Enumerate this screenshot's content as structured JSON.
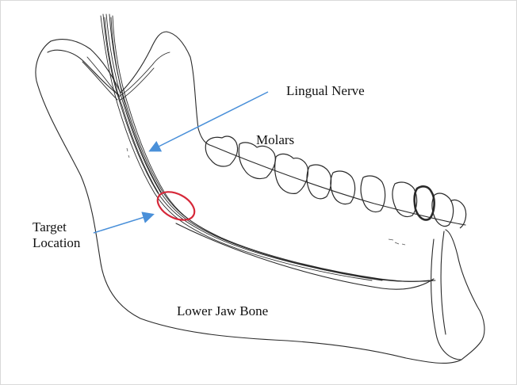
{
  "labels": {
    "nerve": "Lingual Nerve",
    "molars": "Molars",
    "target_line1": "Target",
    "target_line2": "Location",
    "jaw": "Lower Jaw Bone"
  },
  "colors": {
    "arrow": "#4a90d9",
    "target_ring": "#d62839",
    "sketch": "#2a2a2a"
  }
}
